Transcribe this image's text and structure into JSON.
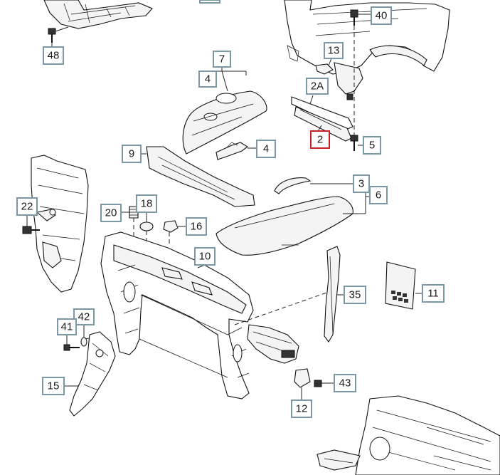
{
  "callouts": {
    "c40": "40",
    "c48": "48",
    "c7": "7",
    "c4a": "4",
    "c13": "13",
    "c2a": "2A",
    "c2": "2",
    "c5": "5",
    "c9": "9",
    "c4b": "4",
    "c3": "3",
    "c6": "6",
    "c22": "22",
    "c18": "18",
    "c20": "20",
    "c16": "16",
    "c10": "10",
    "c35": "35",
    "c11": "11",
    "c42": "42",
    "c41": "41",
    "c15": "15",
    "c43": "43",
    "c12": "12"
  },
  "colors": {
    "callout_border": "#7b98a6",
    "highlight_border": "#cc2026"
  }
}
